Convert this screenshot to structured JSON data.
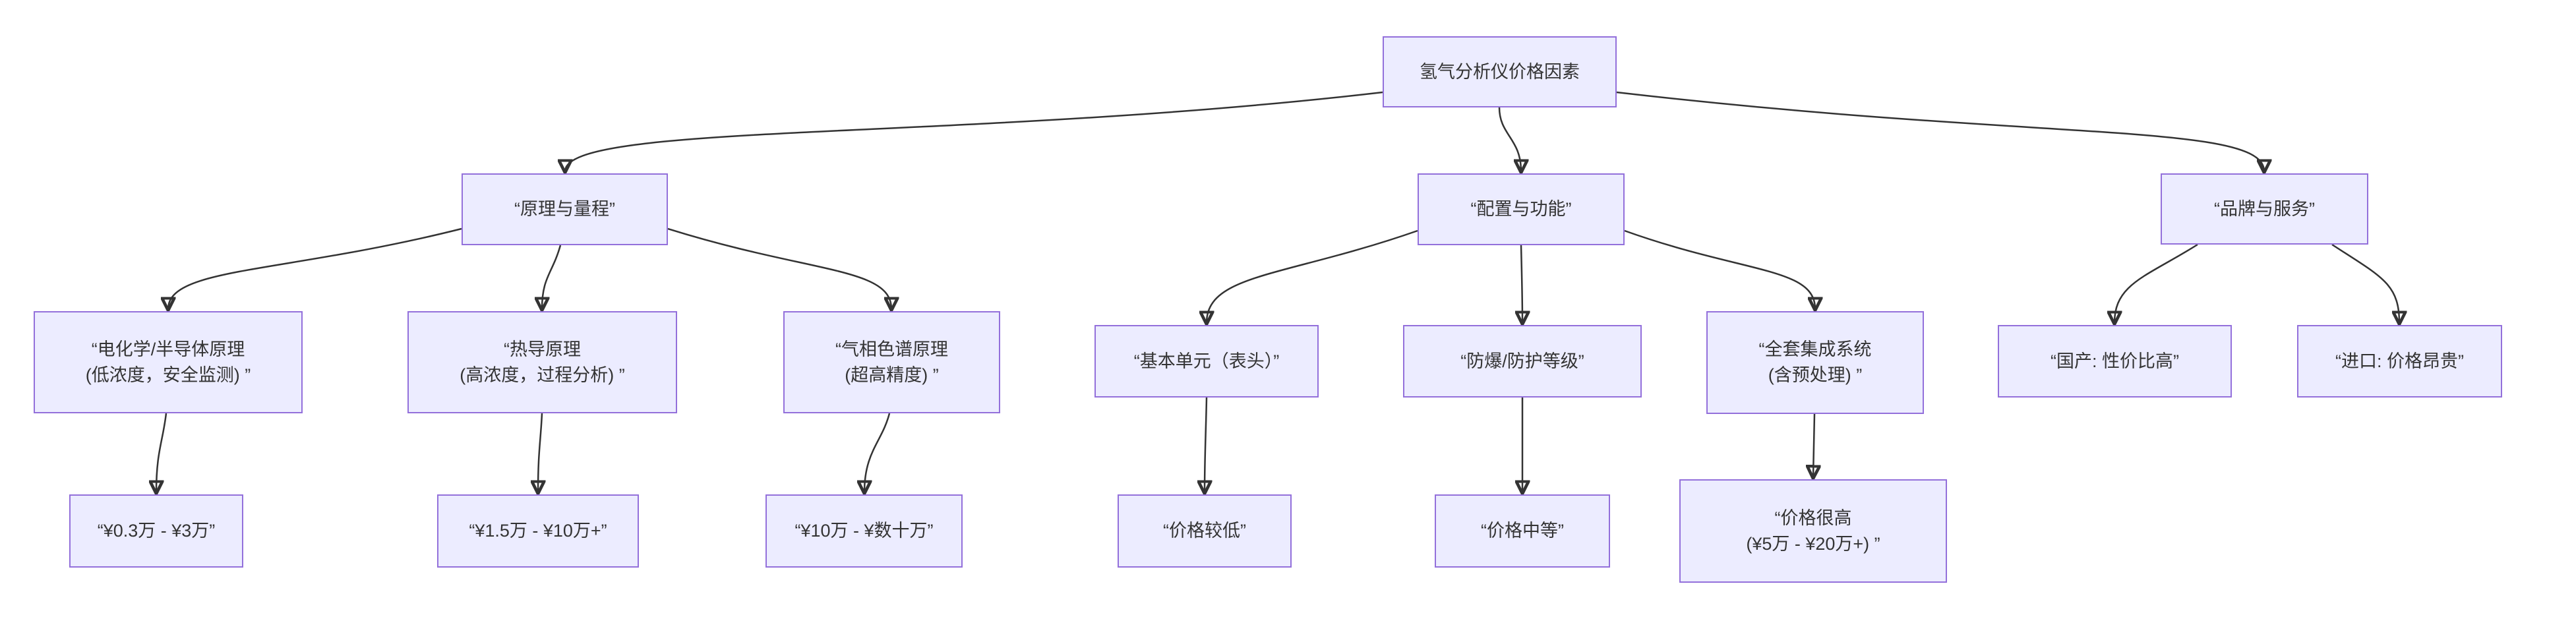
{
  "diagram": {
    "type": "flowchart",
    "direction": "top-down",
    "title": "氢气分析仪价格因素",
    "colors": {
      "node_fill": "#ECECFF",
      "node_border": "#9370DB",
      "edge_line": "#333333",
      "text": "#333333",
      "background": "#FFFFFF"
    },
    "nodes": [
      {
        "id": "root",
        "label": "氢气分析仪价格因素"
      },
      {
        "id": "principle-range",
        "label": "“原理与量程”"
      },
      {
        "id": "config-function",
        "label": "“配置与功能”"
      },
      {
        "id": "brand-service",
        "label": "“品牌与服务”"
      },
      {
        "id": "electrochemical",
        "label": "“电化学/半导体原理\n(低浓度，安全监测) ”"
      },
      {
        "id": "thermal-conductivity",
        "label": "“热导原理\n(高浓度，过程分析) ”"
      },
      {
        "id": "gas-chromatography",
        "label": "“气相色谱原理\n(超高精度) ”"
      },
      {
        "id": "basic-unit",
        "label": "“基本单元（表头）”"
      },
      {
        "id": "explosion-proof",
        "label": "“防爆/防护等级”"
      },
      {
        "id": "integrated-system",
        "label": "“全套集成系统\n(含预处理) ”"
      },
      {
        "id": "domestic",
        "label": "“国产: 性价比高”"
      },
      {
        "id": "imported",
        "label": "“进口: 价格昂贵”"
      },
      {
        "id": "range-low",
        "label": "“¥0.3万 - ¥3万”"
      },
      {
        "id": "range-mid",
        "label": "“¥1.5万 - ¥10万+”"
      },
      {
        "id": "range-high",
        "label": "“¥10万 - ¥数十万”"
      },
      {
        "id": "price-low",
        "label": "“价格较低”"
      },
      {
        "id": "price-mid",
        "label": "“价格中等”"
      },
      {
        "id": "price-high",
        "label": "“价格很高\n(¥5万 - ¥20万+) ”"
      }
    ],
    "edges": [
      {
        "from": "root",
        "to": "principle-range"
      },
      {
        "from": "root",
        "to": "config-function"
      },
      {
        "from": "root",
        "to": "brand-service"
      },
      {
        "from": "principle-range",
        "to": "electrochemical"
      },
      {
        "from": "principle-range",
        "to": "thermal-conductivity"
      },
      {
        "from": "principle-range",
        "to": "gas-chromatography"
      },
      {
        "from": "config-function",
        "to": "basic-unit"
      },
      {
        "from": "config-function",
        "to": "explosion-proof"
      },
      {
        "from": "config-function",
        "to": "integrated-system"
      },
      {
        "from": "brand-service",
        "to": "domestic"
      },
      {
        "from": "brand-service",
        "to": "imported"
      },
      {
        "from": "electrochemical",
        "to": "range-low"
      },
      {
        "from": "thermal-conductivity",
        "to": "range-mid"
      },
      {
        "from": "gas-chromatography",
        "to": "range-high"
      },
      {
        "from": "basic-unit",
        "to": "price-low"
      },
      {
        "from": "explosion-proof",
        "to": "price-mid"
      },
      {
        "from": "integrated-system",
        "to": "price-high"
      }
    ]
  }
}
